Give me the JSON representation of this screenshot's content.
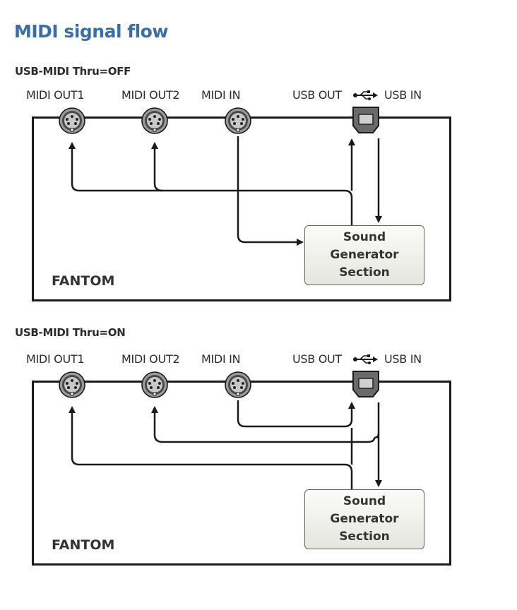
{
  "page": {
    "title": "MIDI signal flow"
  },
  "ports": {
    "midi_out1": "MIDI OUT1",
    "midi_out2": "MIDI OUT2",
    "midi_in": "MIDI IN",
    "usb_out": "USB OUT",
    "usb_in": "USB IN"
  },
  "device": {
    "name": "FANTOM",
    "sound_generator": "Sound\nGenerator\nSection"
  },
  "sections": [
    {
      "heading": "USB-MIDI Thru=OFF"
    },
    {
      "heading": "USB-MIDI Thru=ON"
    }
  ],
  "icons": {
    "din": "midi-din-connector-icon",
    "usb": "usb-b-connector-icon",
    "usb_symbol": "usb-symbol-icon"
  },
  "colors": {
    "title": "#3a6ea5",
    "line": "#1a1a1a"
  }
}
